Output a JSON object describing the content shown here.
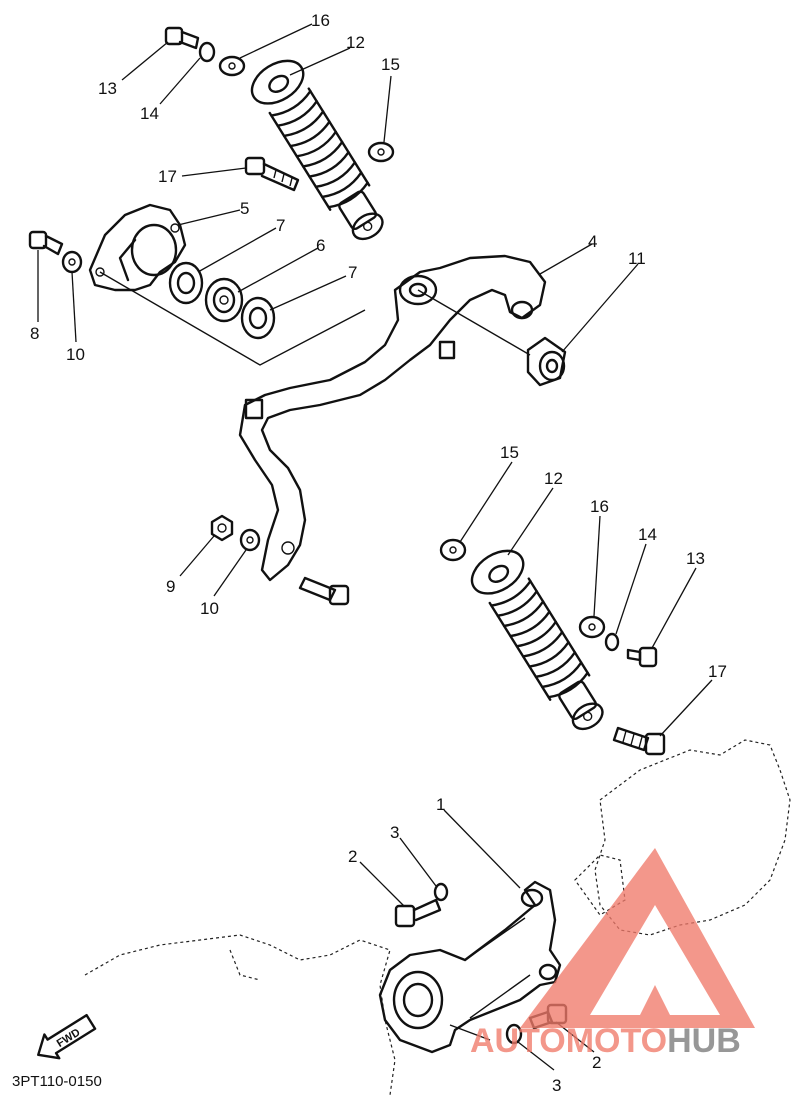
{
  "diagram_code": "3PT110-0150",
  "fwd_label": "FWD",
  "watermark": {
    "part1": "AUTO",
    "part2": "MOTO",
    "part3": "HUB",
    "color_primary": "#f07a6a",
    "color_secondary": "#7a7a7a"
  },
  "callouts": [
    {
      "id": "c16a",
      "text": "16"
    },
    {
      "id": "c12a",
      "text": "12"
    },
    {
      "id": "c13a",
      "text": "13"
    },
    {
      "id": "c14a",
      "text": "14"
    },
    {
      "id": "c15a",
      "text": "15"
    },
    {
      "id": "c17a",
      "text": "17"
    },
    {
      "id": "c5",
      "text": "5"
    },
    {
      "id": "c7a",
      "text": "7"
    },
    {
      "id": "c6",
      "text": "6"
    },
    {
      "id": "c7b",
      "text": "7"
    },
    {
      "id": "c4",
      "text": "4"
    },
    {
      "id": "c11",
      "text": "11"
    },
    {
      "id": "c8",
      "text": "8"
    },
    {
      "id": "c10a",
      "text": "10"
    },
    {
      "id": "c15b",
      "text": "15"
    },
    {
      "id": "c12b",
      "text": "12"
    },
    {
      "id": "c16b",
      "text": "16"
    },
    {
      "id": "c14b",
      "text": "14"
    },
    {
      "id": "c13b",
      "text": "13"
    },
    {
      "id": "c9",
      "text": "9"
    },
    {
      "id": "c10b",
      "text": "10"
    },
    {
      "id": "c17b",
      "text": "17"
    },
    {
      "id": "c1",
      "text": "1"
    },
    {
      "id": "c3a",
      "text": "3"
    },
    {
      "id": "c2a",
      "text": "2"
    },
    {
      "id": "c2b",
      "text": "2"
    },
    {
      "id": "c3b",
      "text": "3"
    }
  ]
}
